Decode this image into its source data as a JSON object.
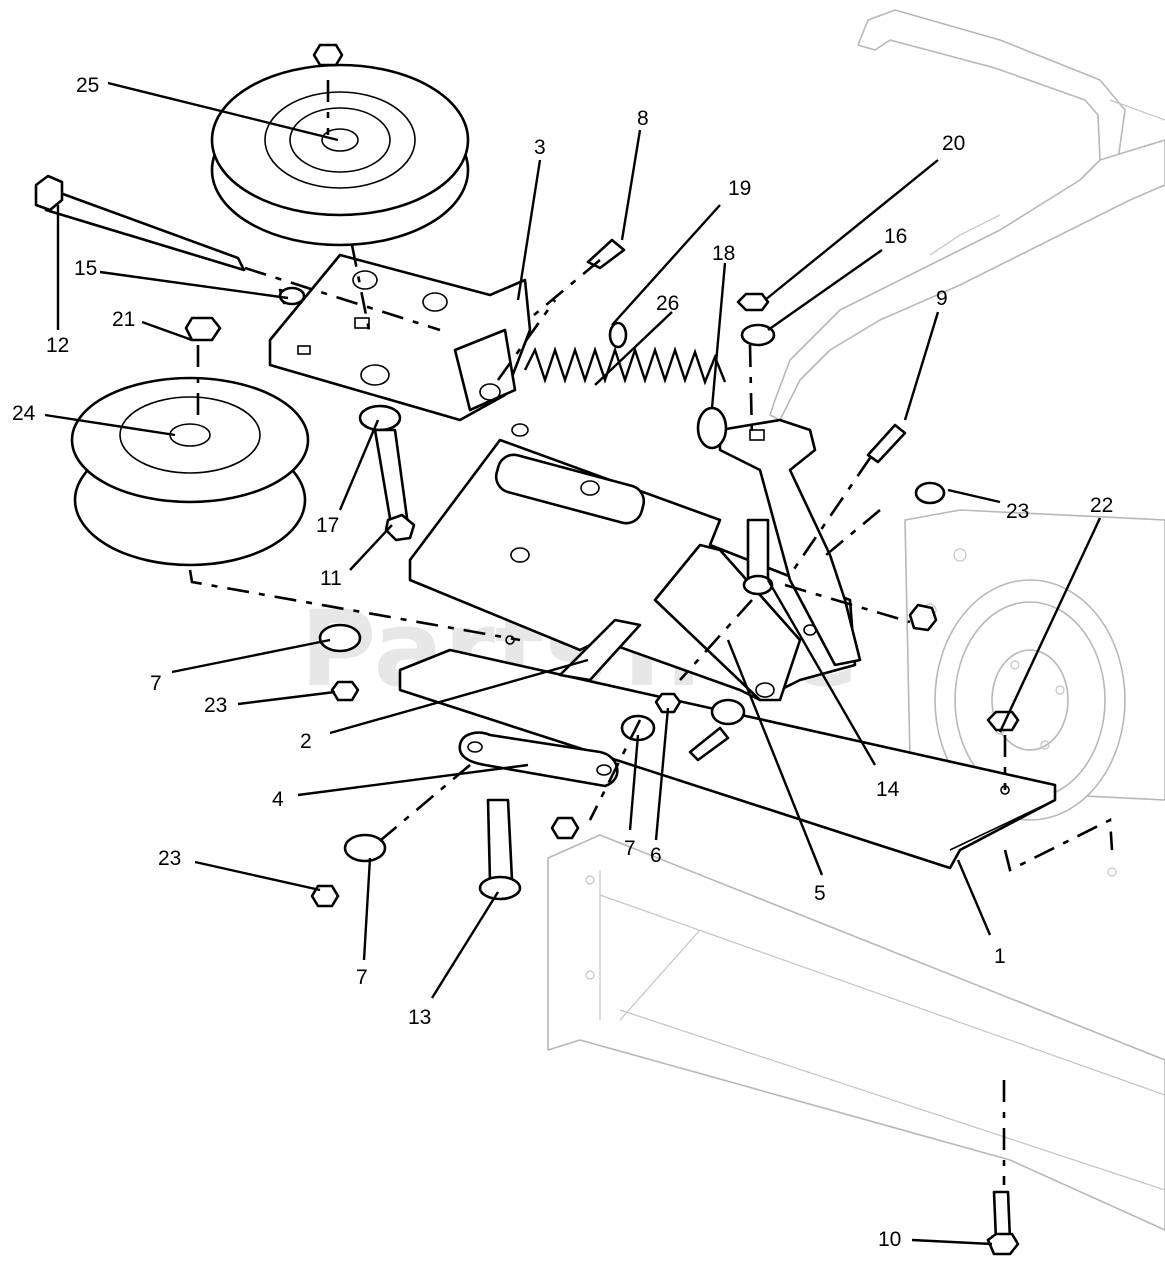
{
  "watermark": "PartsTree",
  "callouts": [
    "1",
    "2",
    "3",
    "4",
    "5",
    "6",
    "7",
    "7",
    "7",
    "8",
    "9",
    "10",
    "11",
    "12",
    "13",
    "14",
    "15",
    "16",
    "17",
    "18",
    "19",
    "20",
    "21",
    "22",
    "23",
    "23",
    "23",
    "24",
    "25",
    "26"
  ]
}
